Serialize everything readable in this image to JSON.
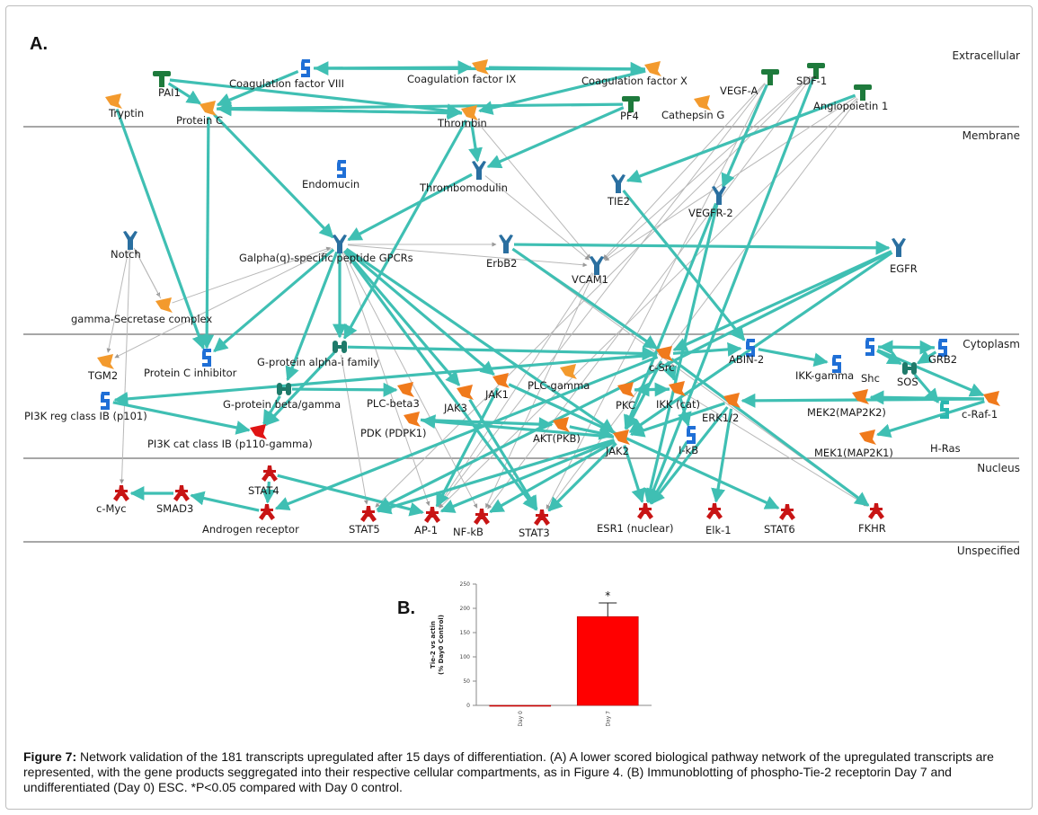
{
  "panel_a": {
    "letter": "A.",
    "zones": [
      "Extracellular",
      "Membrane",
      "Cytoplasm",
      "Nucleus",
      "Unspecified"
    ],
    "nodes": [
      {
        "id": "pai1",
        "label": "PAI1",
        "shape": "T",
        "color": "#1e7a3c"
      },
      {
        "id": "tryptin",
        "label": "Tryptin",
        "shape": "tri",
        "color": "#f39a2d"
      },
      {
        "id": "proteinc",
        "label": "Protein C",
        "shape": "tri",
        "color": "#f39a2d"
      },
      {
        "id": "cf8",
        "label": "Coagulation factor VIII",
        "shape": "S",
        "color": "#1f6fd6"
      },
      {
        "id": "cf9",
        "label": "Coagulation factor IX",
        "shape": "tri",
        "color": "#f39a2d"
      },
      {
        "id": "cf10",
        "label": "Coagulation factor X",
        "shape": "tri",
        "color": "#f39a2d"
      },
      {
        "id": "thrombin",
        "label": "Thrombin",
        "shape": "tri",
        "color": "#f39a2d"
      },
      {
        "id": "pf4",
        "label": "PF4",
        "shape": "T",
        "color": "#1e7a3c"
      },
      {
        "id": "cathg",
        "label": "Cathepsin G",
        "shape": "tri",
        "color": "#f39a2d"
      },
      {
        "id": "vegfa",
        "label": "VEGF-A",
        "shape": "T",
        "color": "#1e7a3c"
      },
      {
        "id": "sdf1",
        "label": "SDF-1",
        "shape": "T",
        "color": "#1e7a3c"
      },
      {
        "id": "ang1",
        "label": "Angiopoietin 1",
        "shape": "T",
        "color": "#1e7a3c"
      },
      {
        "id": "endomucin",
        "label": "Endomucin",
        "shape": "S",
        "color": "#1f6fd6"
      },
      {
        "id": "thrombomod",
        "label": "Thrombomodulin",
        "shape": "Y",
        "color": "#2a6fa0"
      },
      {
        "id": "tie2",
        "label": "TIE2",
        "shape": "Y",
        "color": "#2a6fa0"
      },
      {
        "id": "vegfr2",
        "label": "VEGFR-2",
        "shape": "Y",
        "color": "#2a6fa0"
      },
      {
        "id": "notch",
        "label": "Notch",
        "shape": "Y",
        "color": "#2a6fa0"
      },
      {
        "id": "gpcr",
        "label": "Galpha(q)-specific peptide GPCRs",
        "shape": "Y",
        "color": "#2a6fa0"
      },
      {
        "id": "erbb2",
        "label": "ErbB2",
        "shape": "Y",
        "color": "#2a6fa0"
      },
      {
        "id": "vcam1",
        "label": "VCAM1",
        "shape": "Y",
        "color": "#2a6fa0"
      },
      {
        "id": "egfr",
        "label": "EGFR",
        "shape": "Y",
        "color": "#2a6fa0"
      },
      {
        "id": "gsec",
        "label": "gamma-Secretase complex",
        "shape": "tri",
        "color": "#f39a2d"
      },
      {
        "id": "tgm2",
        "label": "TGM2",
        "shape": "tri",
        "color": "#f39a2d"
      },
      {
        "id": "pcinh",
        "label": "Protein C inhibitor",
        "shape": "S",
        "color": "#1f6fd6"
      },
      {
        "id": "gpai",
        "label": "G-protein alpha-i family",
        "shape": "D",
        "color": "#1e7a6a"
      },
      {
        "id": "csrc",
        "label": "c-Src",
        "shape": "tri",
        "color": "#f07a1c"
      },
      {
        "id": "abin2",
        "label": "ABIN-2",
        "shape": "S",
        "color": "#1f6fd6"
      },
      {
        "id": "shc",
        "label": "Shc",
        "shape": "S",
        "color": "#1f6fd6"
      },
      {
        "id": "grb2",
        "label": "GRB2",
        "shape": "S",
        "color": "#1f6fd6"
      },
      {
        "id": "sos",
        "label": "SOS",
        "shape": "D",
        "color": "#1e7a6a"
      },
      {
        "id": "ikkg",
        "label": "IKK-gamma",
        "shape": "S",
        "color": "#1f6fd6"
      },
      {
        "id": "pi3kreg",
        "label": "PI3K reg class IB (p101)",
        "shape": "S",
        "color": "#1f6fd6"
      },
      {
        "id": "gpbg",
        "label": "G-protein beta/gamma",
        "shape": "D",
        "color": "#1e7a6a"
      },
      {
        "id": "plcb3",
        "label": "PLC-beta3",
        "shape": "tri",
        "color": "#f07a1c"
      },
      {
        "id": "jak3",
        "label": "JAK3",
        "shape": "tri",
        "color": "#f07a1c"
      },
      {
        "id": "jak1",
        "label": "JAK1",
        "shape": "tri",
        "color": "#f07a1c"
      },
      {
        "id": "plcg",
        "label": "PLC-gamma",
        "shape": "tri",
        "color": "#f39a2d"
      },
      {
        "id": "pkc",
        "label": "PKC",
        "shape": "tri",
        "color": "#f07a1c"
      },
      {
        "id": "ikkcat",
        "label": "IKK (cat)",
        "shape": "tri",
        "color": "#f07a1c"
      },
      {
        "id": "erk12",
        "label": "ERK1/2",
        "shape": "tri",
        "color": "#f07a1c"
      },
      {
        "id": "mek2",
        "label": "MEK2(MAP2K2)",
        "shape": "tri",
        "color": "#f07a1c"
      },
      {
        "id": "craf1",
        "label": "c-Raf-1",
        "shape": "tri",
        "color": "#f07a1c"
      },
      {
        "id": "pi3kcat",
        "label": "PI3K cat class IB (p110-gamma)",
        "shape": "tri",
        "color": "#e01414"
      },
      {
        "id": "pdk",
        "label": "PDK (PDPK1)",
        "shape": "tri",
        "color": "#f07a1c"
      },
      {
        "id": "akt",
        "label": "AKT(PKB)",
        "shape": "tri",
        "color": "#f07a1c"
      },
      {
        "id": "jak2",
        "label": "JAK2",
        "shape": "tri",
        "color": "#f07a1c"
      },
      {
        "id": "ikb",
        "label": "I-kB",
        "shape": "S",
        "color": "#1f6fd6"
      },
      {
        "id": "mek1",
        "label": "MEK1(MAP2K1)",
        "shape": "tri",
        "color": "#f07a1c"
      },
      {
        "id": "hras",
        "label": "H-Ras",
        "shape": "S",
        "color": "#2ab7b0"
      },
      {
        "id": "stat4",
        "label": "STAT4",
        "shape": "TF",
        "color": "#c81414"
      },
      {
        "id": "cmyc",
        "label": "c-Myc",
        "shape": "TF",
        "color": "#c81414"
      },
      {
        "id": "smad3",
        "label": "SMAD3",
        "shape": "TF",
        "color": "#c81414"
      },
      {
        "id": "ar",
        "label": "Androgen receptor",
        "shape": "TF",
        "color": "#c81414"
      },
      {
        "id": "stat5",
        "label": "STAT5",
        "shape": "TF",
        "color": "#c81414"
      },
      {
        "id": "ap1",
        "label": "AP-1",
        "shape": "TF",
        "color": "#c81414"
      },
      {
        "id": "nfkb",
        "label": "NF-kB",
        "shape": "TF",
        "color": "#c81414"
      },
      {
        "id": "stat3",
        "label": "STAT3",
        "shape": "TF",
        "color": "#c81414"
      },
      {
        "id": "esr1",
        "label": "ESR1 (nuclear)",
        "shape": "TF",
        "color": "#c81414"
      },
      {
        "id": "elk1",
        "label": "Elk-1",
        "shape": "TF",
        "color": "#c81414"
      },
      {
        "id": "stat6",
        "label": "STAT6",
        "shape": "TF",
        "color": "#c81414"
      },
      {
        "id": "fkhr",
        "label": "FKHR",
        "shape": "TF",
        "color": "#c81414"
      }
    ],
    "colors": {
      "edge_main": "#3fbfb3",
      "edge_thin": "#b8b8b8",
      "zone_line": "#8a8a8a"
    }
  },
  "panel_b": {
    "letter": "B.",
    "chart_data": {
      "type": "bar",
      "categories": [
        "Day 0",
        "Day 7"
      ],
      "values": [
        0,
        183
      ],
      "errors": [
        0,
        28
      ],
      "ylim": [
        0,
        250
      ],
      "yticks": [
        "0",
        "50",
        "100",
        "150",
        "200",
        "250"
      ],
      "ylabel": "Tie-2 vs actin\n(% Day0 Control)",
      "annotations": [
        {
          "category": "Day 7",
          "text": "*"
        }
      ],
      "bar_color": "#ff0000",
      "grid": false
    }
  },
  "caption": {
    "label": "Figure 7:",
    "text": " Network validation of the 181 transcripts upregulated after 15 days of differentiation. (A) A lower scored biological pathway network of the upregulated transcripts are represented, with the gene products seggregated into their respective cellular compartments, as in Figure 4. (B) Immunoblotting of phospho-Tie-2 receptorin Day 7 and undifferentiated (Day 0) ESC. *P<0.05 compared with Day 0 control."
  }
}
